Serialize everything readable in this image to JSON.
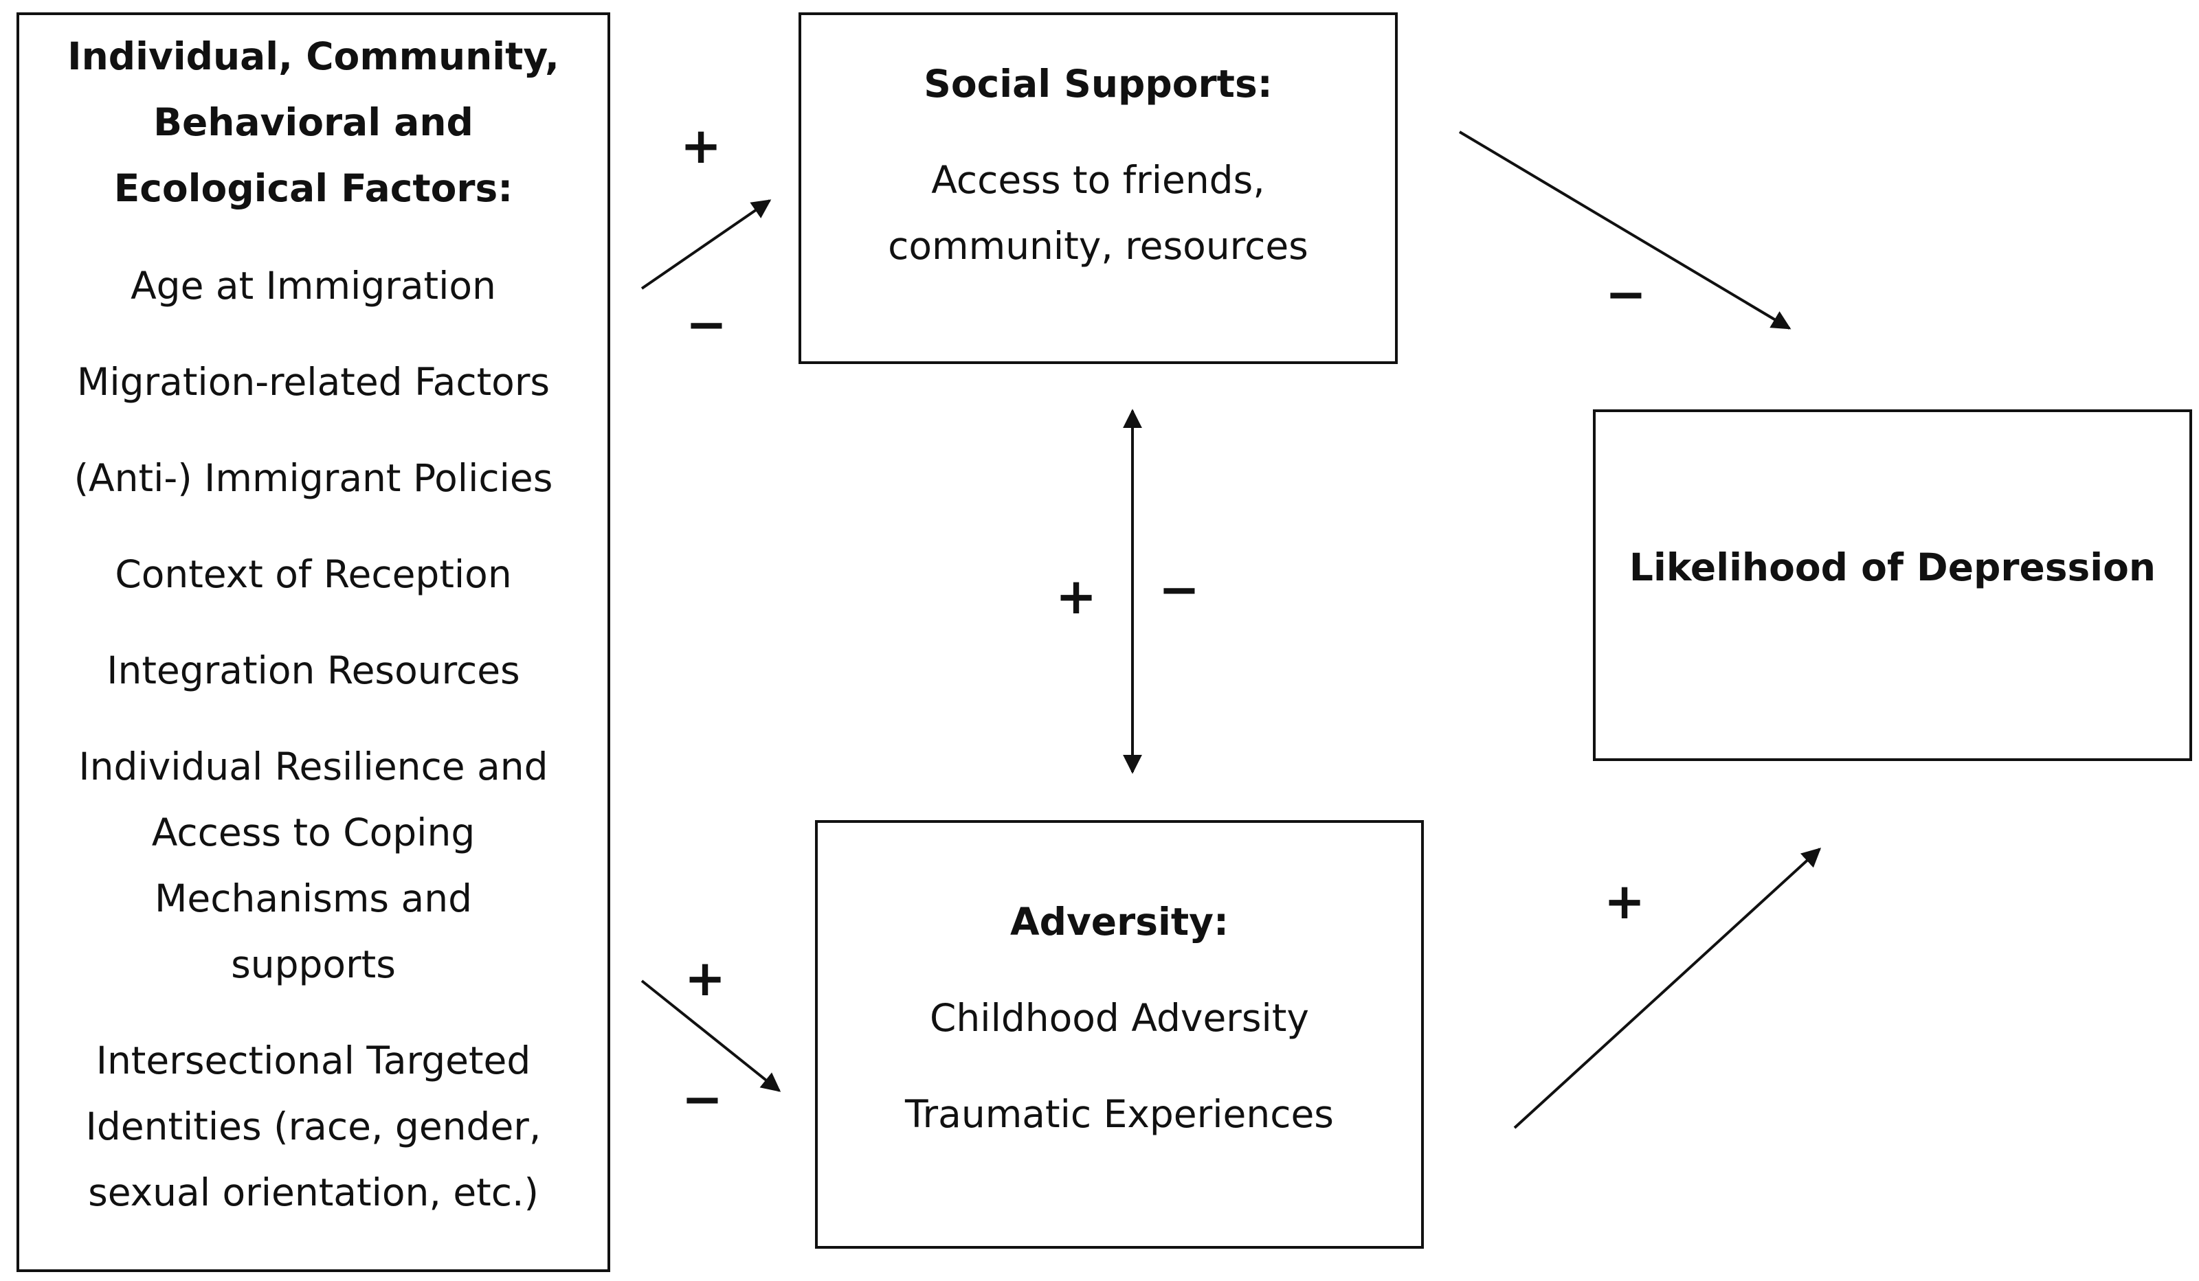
{
  "factors": {
    "title_lines": [
      "Individual, Community,",
      "Behavioral and",
      "Ecological Factors:"
    ],
    "items": [
      [
        "Age at Immigration"
      ],
      [
        "Migration-related Factors"
      ],
      [
        "(Anti-) Immigrant Policies"
      ],
      [
        "Context of Reception"
      ],
      [
        "Integration Resources"
      ],
      [
        "Individual Resilience and",
        "Access to Coping",
        "Mechanisms and",
        "supports"
      ],
      [
        "Intersectional Targeted",
        "Identities (race, gender,",
        "sexual orientation, etc.)"
      ]
    ]
  },
  "social_supports": {
    "title": "Social Supports:",
    "description_lines": [
      "Access to friends,",
      "community, resources"
    ]
  },
  "adversity": {
    "title": "Adversity:",
    "items": [
      "Childhood Adversity",
      "Traumatic Experiences"
    ]
  },
  "depression": {
    "title": "Likelihood of Depression"
  },
  "signs": {
    "factors_to_social_plus": "+",
    "factors_to_social_minus": "−",
    "social_to_depression_minus": "−",
    "bidirectional_plus": "+",
    "bidirectional_minus": "−",
    "factors_to_adversity_plus": "+",
    "factors_to_adversity_minus": "−",
    "adversity_to_depression_plus": "+"
  }
}
